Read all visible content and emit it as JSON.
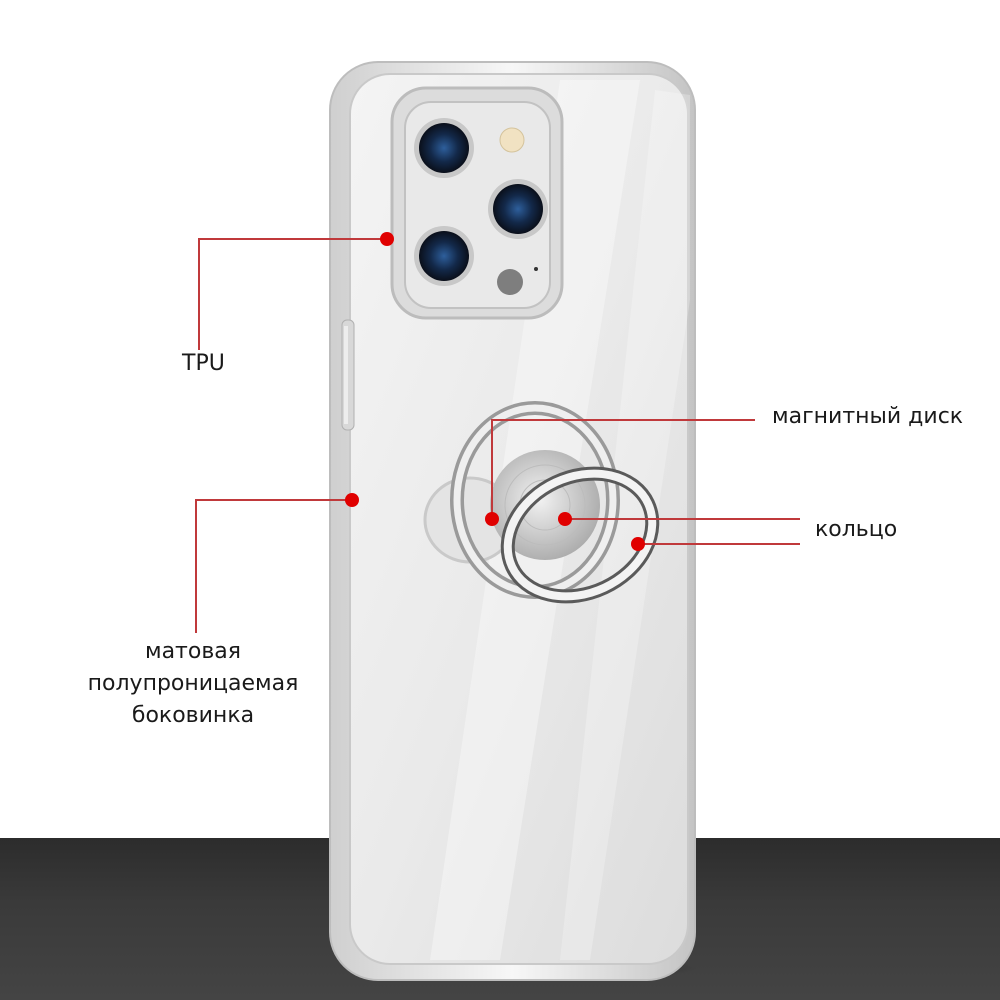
{
  "product": {
    "description": "transparent phone case with magnetic ring holder"
  },
  "callouts": [
    {
      "id": "tpu",
      "label": "TPU"
    },
    {
      "id": "magnetic-disc",
      "label": "магнитный диск"
    },
    {
      "id": "ring",
      "label": "кольцо"
    },
    {
      "id": "side",
      "lines": [
        "матовая",
        "полупроницаемая",
        "боковинка"
      ]
    }
  ],
  "colors": {
    "callout_line": "#c0393b",
    "callout_dot": "#e00000",
    "floor": "#333333",
    "background": "#ffffff",
    "text": "#1a1a1a"
  }
}
